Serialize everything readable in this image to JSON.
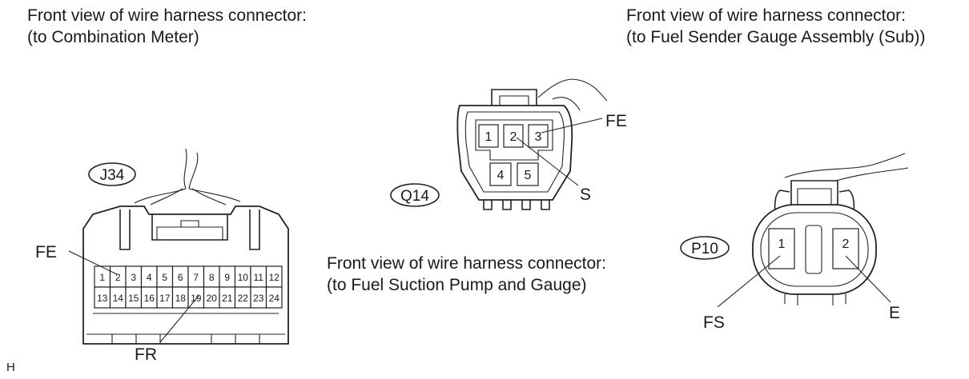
{
  "captions": {
    "combination_meter": [
      "Front view of wire harness connector:",
      "(to Combination Meter)"
    ],
    "fuel_sender": [
      "Front view of wire harness connector:",
      "(to Fuel Sender Gauge Assembly (Sub))"
    ],
    "fuel_suction": [
      "Front view of wire harness connector:",
      "(to Fuel Suction Pump and Gauge)"
    ]
  },
  "connectors": {
    "j34": {
      "code": "J34",
      "row1": [
        "1",
        "2",
        "3",
        "4",
        "5",
        "6",
        "7",
        "8",
        "9",
        "10",
        "11",
        "12"
      ],
      "row2": [
        "13",
        "14",
        "15",
        "16",
        "17",
        "18",
        "19",
        "20",
        "21",
        "22",
        "23",
        "24"
      ],
      "signals": {
        "fe": "FE",
        "fr": "FR"
      }
    },
    "q14": {
      "code": "Q14",
      "top_pins": [
        "1",
        "2",
        "3"
      ],
      "bottom_pins": [
        "4",
        "5"
      ],
      "signals": {
        "fe": "FE",
        "s": "S"
      }
    },
    "p10": {
      "code": "P10",
      "pins": [
        "1",
        "2"
      ],
      "signals": {
        "fs": "FS",
        "e": "E"
      }
    }
  },
  "corner_mark": "H"
}
